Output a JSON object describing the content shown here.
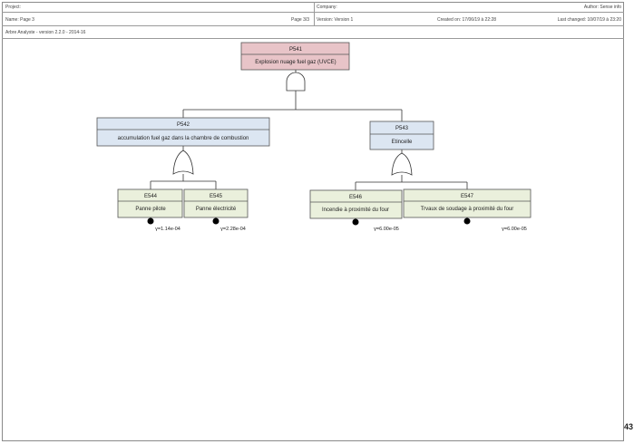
{
  "header": {
    "project": "Project:",
    "name": "Name: Page 3",
    "page": "Page 3/3",
    "company": "Company:",
    "version": "Version: Version 1",
    "created": "Created on: 17/06/19 à 22:28",
    "author": "Author: Sense info",
    "changed": "Last changed: 10/07/19 à 23:20",
    "software": "Arbre Analyste - version 2.2.0 - 2014-16"
  },
  "page_number": "43",
  "tree": {
    "top": {
      "id": "P541",
      "label": "Explosion nuage fuel gaz (UVCE)",
      "color": "#e8c4c8"
    },
    "left": {
      "id": "P542",
      "label": "accumulation fuel gaz dans la chambre de combustion",
      "color": "#dce6f2"
    },
    "right": {
      "id": "P543",
      "label": "Etincelle",
      "color": "#dce6f2"
    },
    "events": [
      {
        "id": "E544",
        "label": "Panne pilote",
        "prob": "γ=1.14e-04",
        "color": "#eaf0dc"
      },
      {
        "id": "E545",
        "label": "Panne électricité",
        "prob": "γ=2.28e-04",
        "color": "#eaf0dc"
      },
      {
        "id": "E546",
        "label": "Incendie à proximité du four",
        "prob": "γ=6.00e-05",
        "color": "#eaf0dc"
      },
      {
        "id": "E547",
        "label": "Trvaux de soudage à proximité du four",
        "prob": "γ=6.00e-05",
        "color": "#eaf0dc"
      }
    ]
  }
}
